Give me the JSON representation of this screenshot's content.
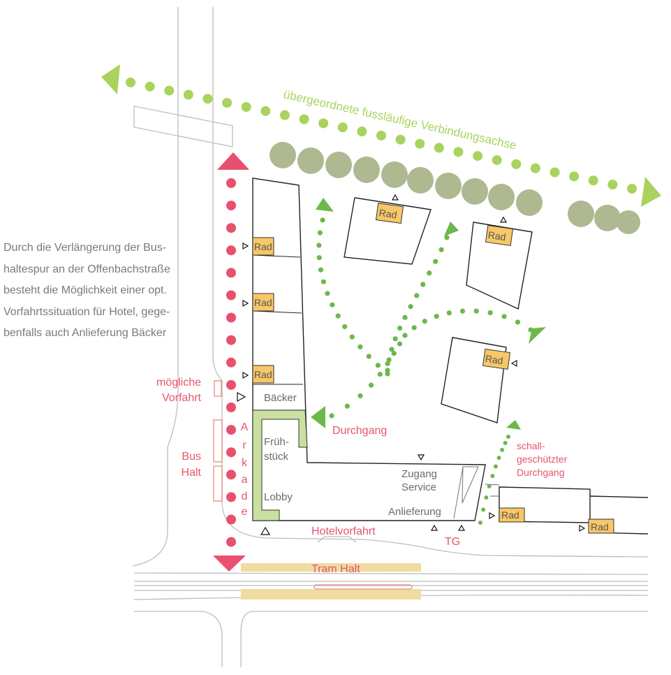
{
  "axis_label": "übergeordnete fussläufige Verbindungsachse",
  "description_lines": [
    "Durch die Verlängerung der Bus-",
    "haltespur an der Offenbachstraße",
    "besteht die Möglichkeit einer opt.",
    "Vorfahrtssituation für Hotel, gege-",
    "benfalls auch Anlieferung Bäcker"
  ],
  "labels": {
    "moegliche": "mögliche",
    "vorfahrt": "Vorfahrt",
    "bus": "Bus",
    "halt": "Halt",
    "arkade": [
      "A",
      "r",
      "k",
      "a",
      "d",
      "e"
    ],
    "durchgang": "Durchgang",
    "schall1": "schall-",
    "schall2": "geschützter",
    "schall3": "Durchgang",
    "hotelvorfahrt": "Hotelvorfahrt",
    "tg": "TG",
    "tram_halt": "Tram Halt"
  },
  "rooms": {
    "baecker": "Bäcker",
    "fruehstueck1": "Früh-",
    "fruehstueck2": "stück",
    "lobby": "Lobby",
    "zugang": "Zugang",
    "service": "Service",
    "anlieferung": "Anlieferung"
  },
  "bike": "Rad",
  "colors": {
    "pink": "#e8506e",
    "green": "#6cb84a",
    "light_green": "#a9d35e",
    "bike_parking": "#f8c768",
    "arcade": "#c9e0a0"
  }
}
